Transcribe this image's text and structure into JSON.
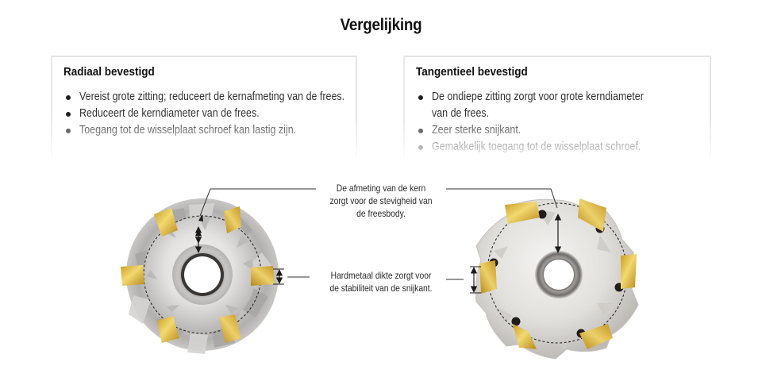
{
  "page": {
    "title": "Vergelijking"
  },
  "panels": [
    {
      "heading": "Radiaal bevestigd",
      "bullets": [
        {
          "line1": "Vereist grote zitting; reduceert de kernafmeting van de frees."
        },
        {
          "line1": "Reduceert de kerndiameter van de frees."
        },
        {
          "line1": "Toegang tot de wisselplaat schroef kan lastig zijn."
        }
      ]
    },
    {
      "heading": "Tangentieel bevestigd",
      "bullets": [
        {
          "line1": "De ondiepe zitting zorgt voor grote kerndiameter",
          "line2": "van de frees."
        },
        {
          "line1": "Zeer sterke snijkant."
        },
        {
          "line1": "Gemakkelijk toegang tot de wisselplaat schroef."
        }
      ]
    }
  ],
  "callouts": {
    "core": {
      "line1": "De afmeting van de kern",
      "line2": "zorgt voor de stevigheid van",
      "line3": "de freesbody."
    },
    "carbide": {
      "line1": "Hardmetaal dikte zorgt voor",
      "line2": "de stabiliteit van de snijkant."
    }
  },
  "illustrations": {
    "left": {
      "label": "radial-mounted-milling-cutter",
      "inserts": 6
    },
    "right": {
      "label": "tangential-mounted-milling-cutter",
      "inserts": 6
    }
  },
  "colors": {
    "insert_gold": "#d9b13c",
    "insert_highlight": "#f3dc7a",
    "body_light": "#ecebea",
    "body_mid": "#c9c7c5",
    "body_dark": "#9e9c9a",
    "panel_border": "#e4e4e4",
    "text": "#1a1a1a"
  }
}
